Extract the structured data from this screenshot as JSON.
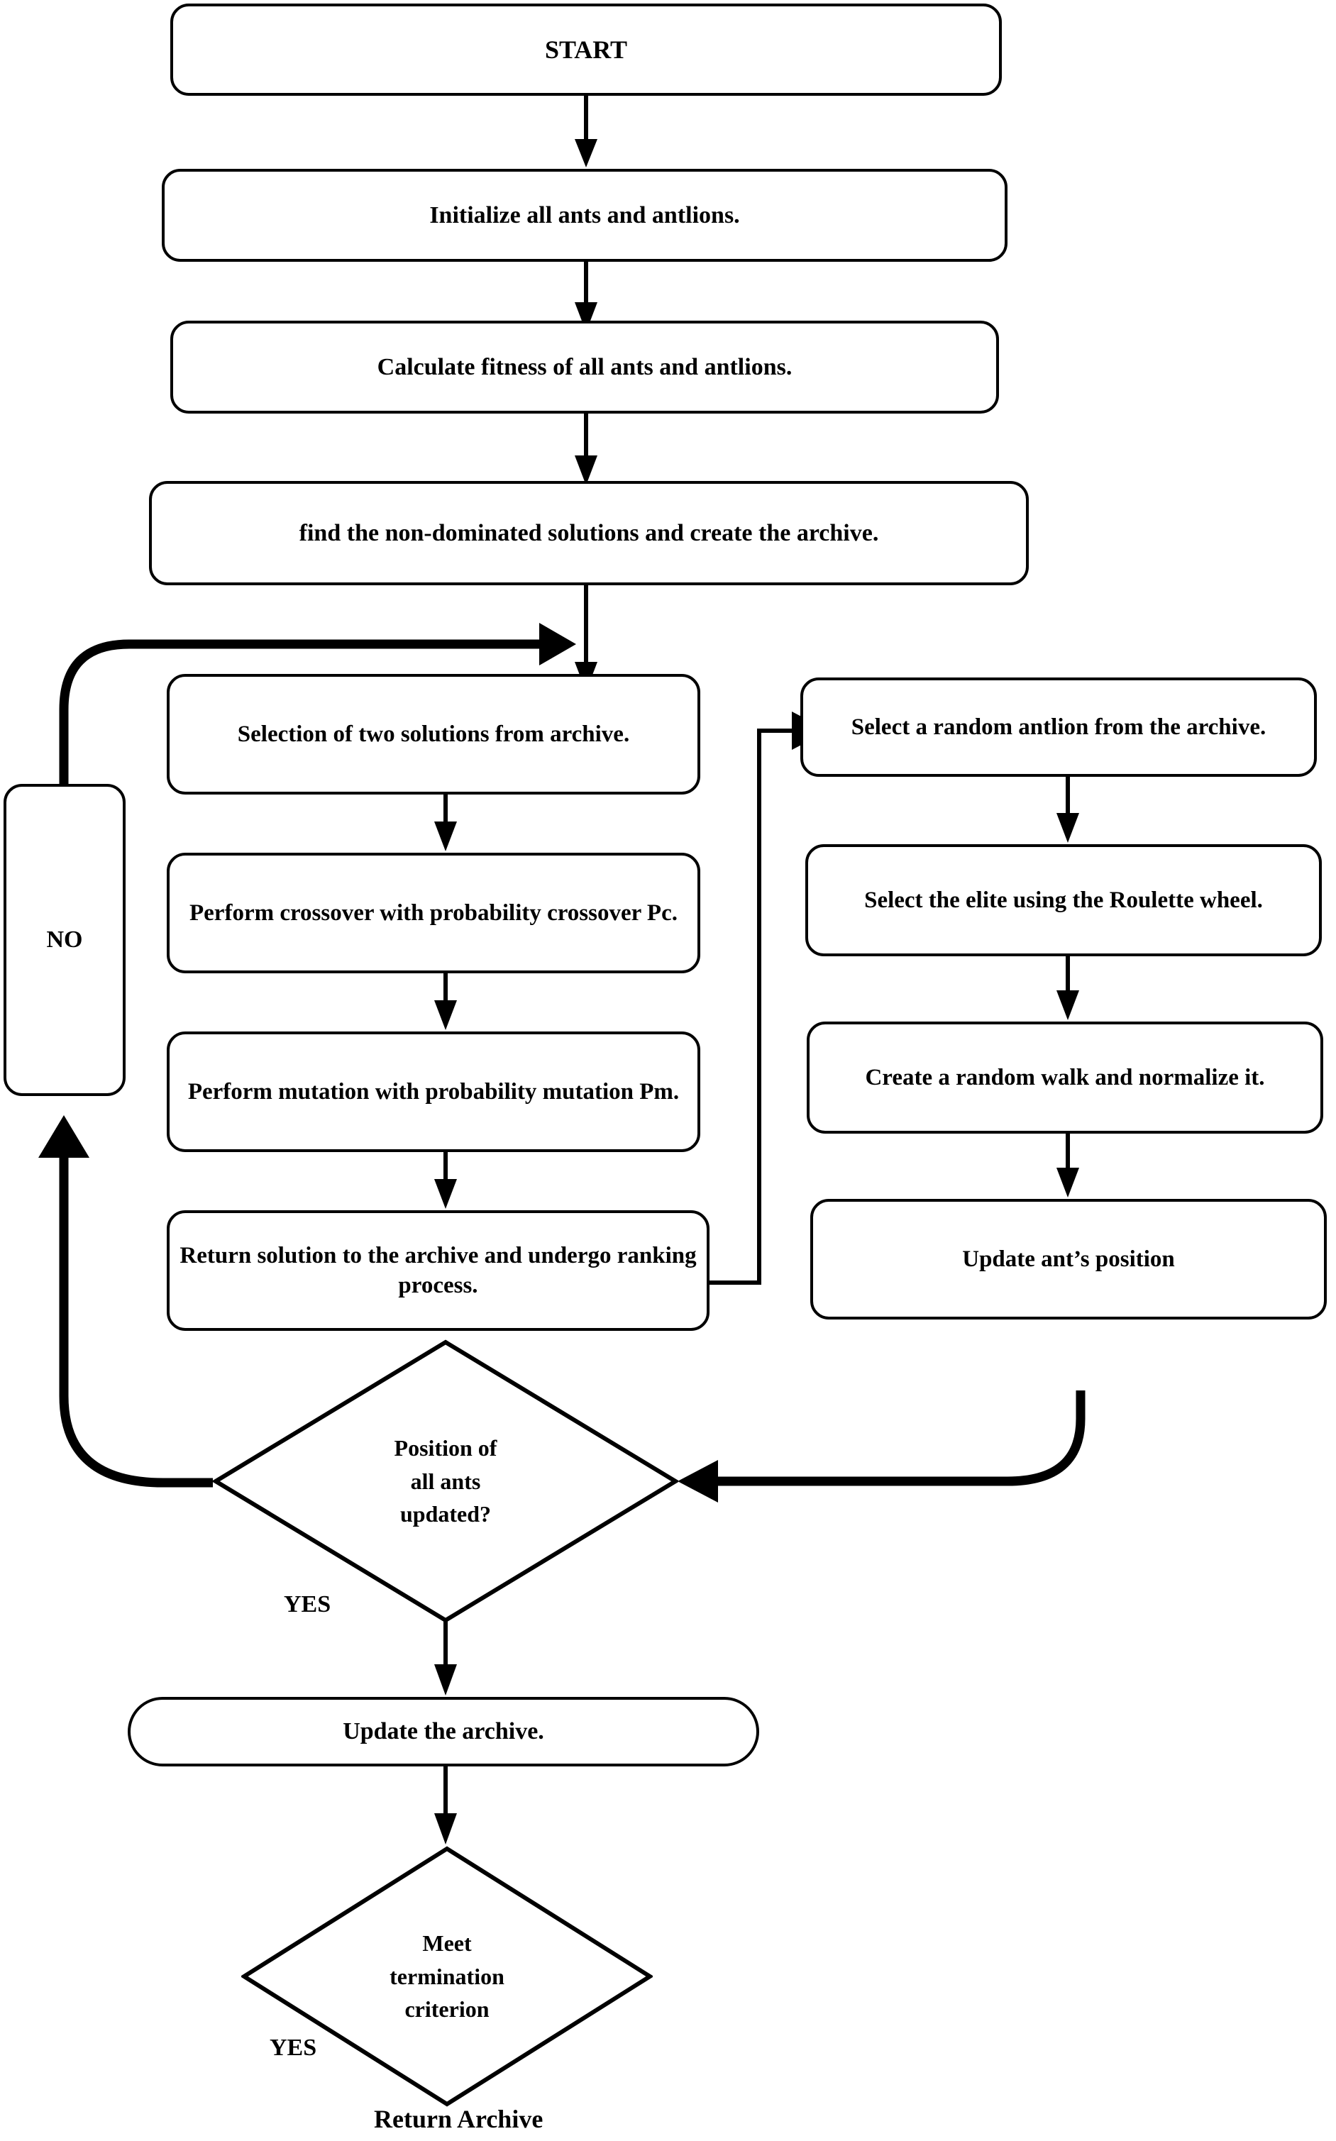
{
  "diagram": {
    "title": "Multi-Objective Ant Lion Optimizer flowchart",
    "type": "flowchart",
    "stroke_color": "#000000",
    "background_color": "#ffffff"
  },
  "nodes": {
    "start": {
      "label": "START",
      "shape": "rounded-rectangle"
    },
    "initialize": {
      "label": "Initialize all ants and antlions.",
      "shape": "rounded-rectangle"
    },
    "calculate_fitness": {
      "label": "Calculate fitness of all ants and antlions.",
      "shape": "rounded-rectangle"
    },
    "find_non_dominated": {
      "label": "find the non-dominated solutions and create the archive.",
      "shape": "rounded-rectangle"
    },
    "no_gate": {
      "label": "NO",
      "shape": "rounded-rectangle"
    },
    "selection_two": {
      "label": "Selection of two solutions from archive.",
      "shape": "rounded-rectangle"
    },
    "crossover": {
      "label": "Perform crossover with probability crossover Pc.",
      "shape": "rounded-rectangle"
    },
    "mutation": {
      "label": "Perform mutation with probability mutation Pm.",
      "shape": "rounded-rectangle"
    },
    "return_solution": {
      "label": "Return solution to the archive and undergo ranking process.",
      "shape": "rounded-rectangle"
    },
    "select_random_antlion": {
      "label": "Select a random antlion from the archive.",
      "shape": "rounded-rectangle"
    },
    "select_elite": {
      "label": "Select the elite using the Roulette wheel.",
      "shape": "rounded-rectangle"
    },
    "random_walk": {
      "label": "Create a random walk and normalize it.",
      "shape": "rounded-rectangle"
    },
    "update_ant_position": {
      "label": "Update ant’s position",
      "shape": "rounded-rectangle"
    },
    "decision_positions": {
      "label": "Position of\nall ants\nupdated?",
      "shape": "diamond"
    },
    "update_archive": {
      "label": "Update the archive.",
      "shape": "stadium"
    },
    "decision_termination": {
      "label": "Meet\ntermination\ncriterion",
      "shape": "diamond"
    },
    "return_archive": {
      "label": "Return Archive",
      "shape": "text"
    }
  },
  "edge_labels": {
    "positions_yes": "YES",
    "termination_yes": "YES"
  }
}
